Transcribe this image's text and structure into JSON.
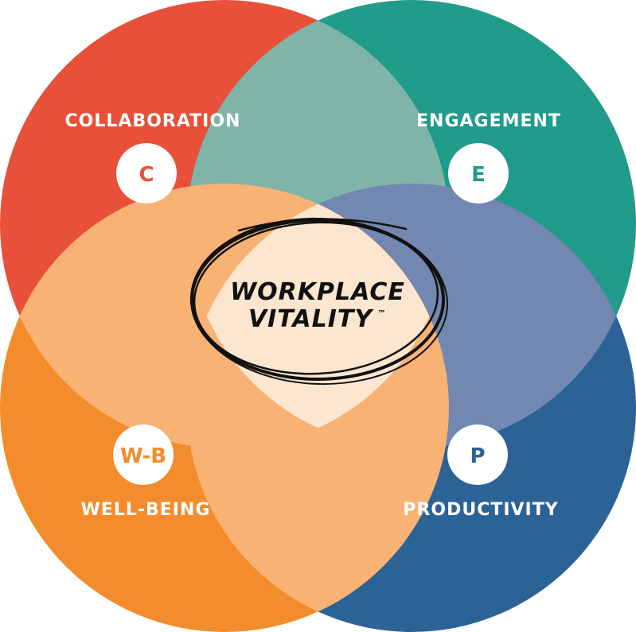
{
  "diagram": {
    "center": {
      "line1": "WORKPLACE",
      "line2": "VITALITY",
      "trademark": "™"
    },
    "quadrants": [
      {
        "key": "collaboration",
        "label": "COLLABORATION",
        "badge": "C",
        "color": "#e8503a"
      },
      {
        "key": "engagement",
        "label": "ENGAGEMENT",
        "badge": "E",
        "color": "#219b8a"
      },
      {
        "key": "wellbeing",
        "label": "WELL-BEING",
        "badge": "W-B",
        "color": "#f38c2c"
      },
      {
        "key": "productivity",
        "label": "PRODUCTIVITY",
        "badge": "P",
        "color": "#2b6397"
      }
    ],
    "overlap_colors": {
      "collaboration_engagement": "#7fb5a9",
      "collaboration_wellbeing": "#f8b274",
      "engagement_productivity": "#7288b0",
      "wellbeing_productivity": "#f8b274",
      "center": "#fde6cf"
    }
  }
}
